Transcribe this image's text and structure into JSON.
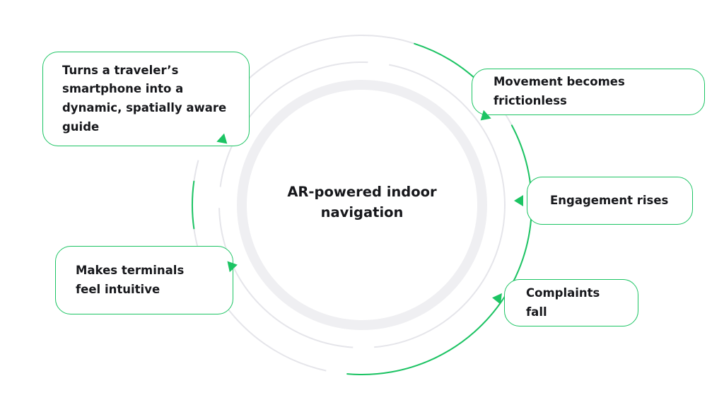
{
  "diagram": {
    "center_title": "AR-powered indoor navigation",
    "nodes": [
      {
        "label": "Turns a traveler’s smartphone into a dynamic, spatially aware guide"
      },
      {
        "label": "Movement becomes frictionless"
      },
      {
        "label": "Engagement rises"
      },
      {
        "label": "Complaints fall"
      },
      {
        "label": "Makes terminals feel intuitive"
      }
    ],
    "colors": {
      "accent_green": "#1cc463",
      "ring_gray": "#efeff2",
      "arc_gray": "#e5e5ea",
      "text_dark": "#17181c",
      "background": "#ffffff"
    }
  }
}
